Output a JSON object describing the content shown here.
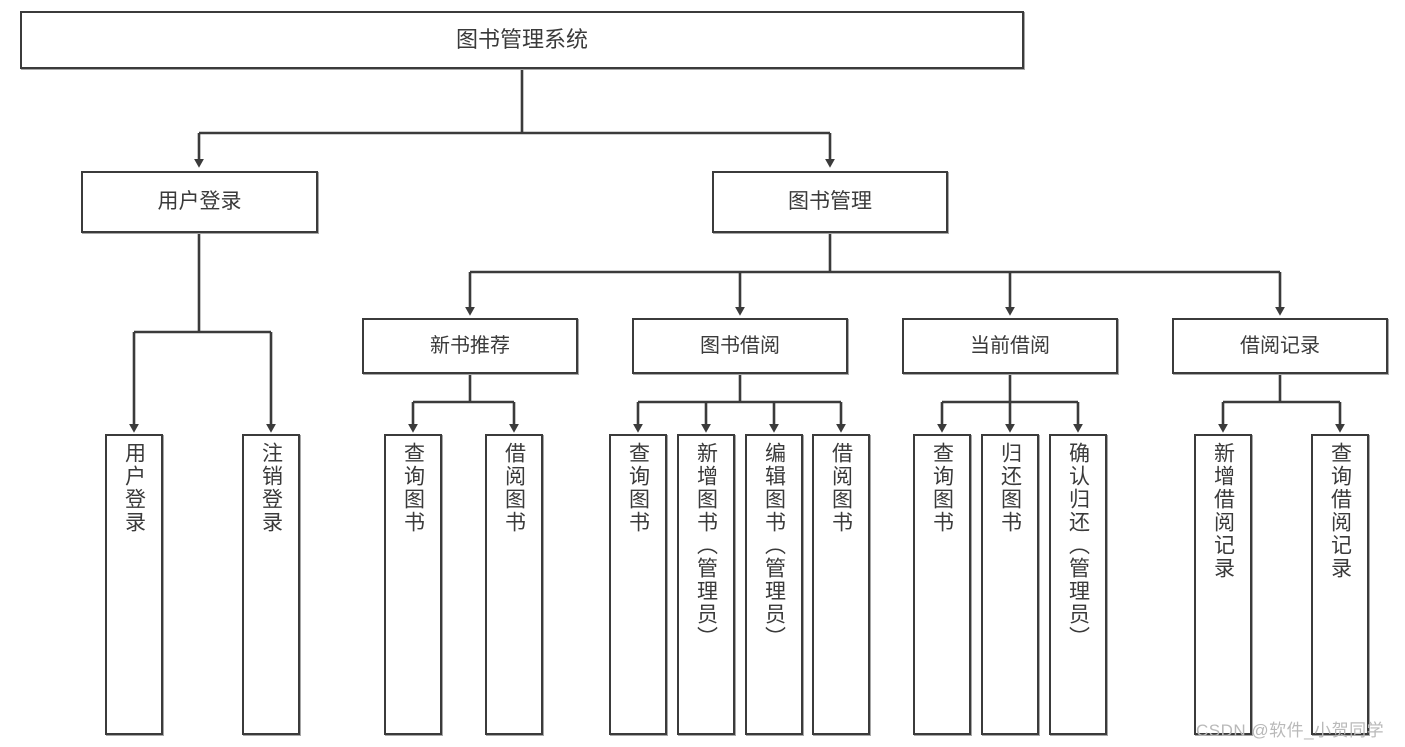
{
  "diagram": {
    "type": "tree-hierarchy-flowchart",
    "title": "图书管理系统",
    "watermark": "CSDN @软件_小贺同学",
    "colors": {
      "stroke": "#3b3b3b",
      "text": "#3a3a3a",
      "background": "#ffffff",
      "watermark": "#b9b9b9"
    },
    "levels": {
      "root": {
        "label": "图书管理系统"
      },
      "level2": [
        {
          "label": "用户登录"
        },
        {
          "label": "图书管理"
        }
      ],
      "level3": [
        {
          "label": "新书推荐"
        },
        {
          "label": "图书借阅"
        },
        {
          "label": "当前借阅"
        },
        {
          "label": "借阅记录"
        }
      ],
      "leaves": [
        {
          "label": "用户登录",
          "parent": "用户登录"
        },
        {
          "label": "注销登录",
          "parent": "用户登录"
        },
        {
          "label": "查询图书",
          "parent": "新书推荐"
        },
        {
          "label": "借阅图书",
          "parent": "新书推荐"
        },
        {
          "label": "查询图书",
          "parent": "图书借阅"
        },
        {
          "label": "新增图书（管理员）",
          "parent": "图书借阅"
        },
        {
          "label": "编辑图书（管理员）",
          "parent": "图书借阅"
        },
        {
          "label": "借阅图书",
          "parent": "图书借阅"
        },
        {
          "label": "查询图书",
          "parent": "当前借阅"
        },
        {
          "label": "归还图书",
          "parent": "当前借阅"
        },
        {
          "label": "确认归还（管理员）",
          "parent": "当前借阅"
        },
        {
          "label": "新增借阅记录",
          "parent": "借阅记录"
        },
        {
          "label": "查询借阅记录",
          "parent": "借阅记录"
        }
      ]
    }
  }
}
